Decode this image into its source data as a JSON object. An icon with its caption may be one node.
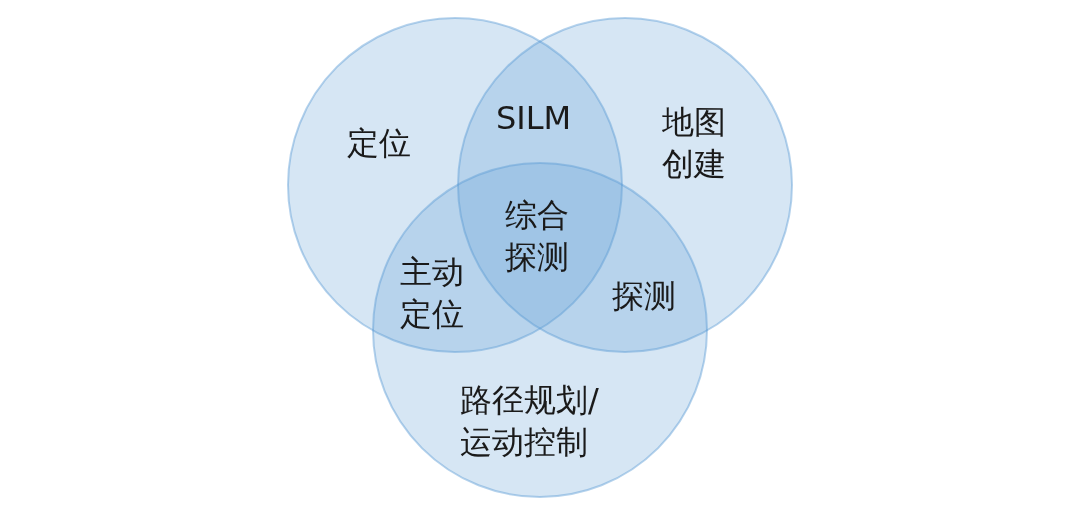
{
  "diagram": {
    "nodes": [
      {
        "text": [
          "定位"
        ]
      },
      {
        "text": [
          "地图创建"
        ]
      },
      {
        "text": [
          "路径规划/运动控制"
        ]
      }
    ],
    "labels": [
      "SILM",
      "综合探测",
      "主动定位",
      "探测"
    ]
  }
}
